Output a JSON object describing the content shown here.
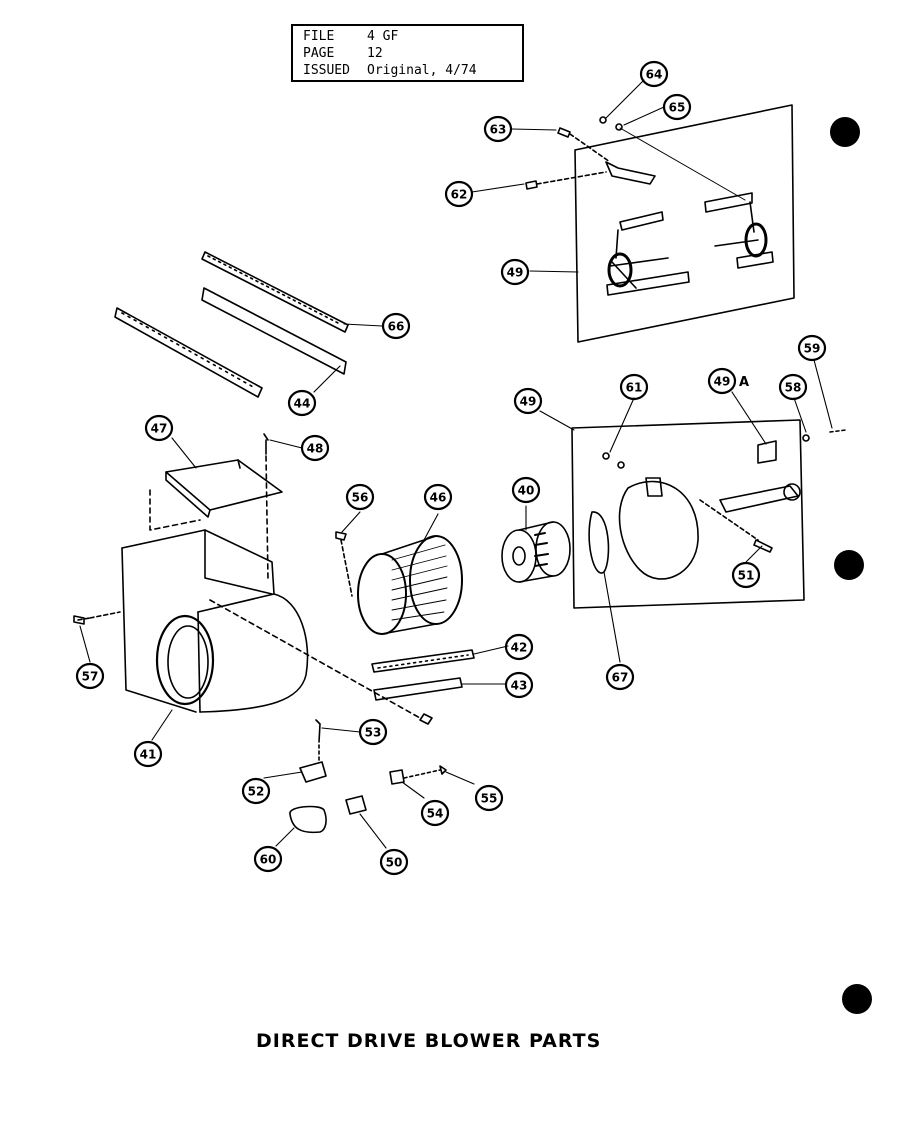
{
  "info": {
    "file_label": "FILE",
    "file_value": "4 GF",
    "page_label": "PAGE",
    "page_value": "12",
    "issued_label": "ISSUED",
    "issued_value": "Original, 4/74"
  },
  "title": "DIRECT DRIVE BLOWER PARTS",
  "callouts": [
    {
      "id": "c64",
      "label": "64"
    },
    {
      "id": "c65",
      "label": "65"
    },
    {
      "id": "c63",
      "label": "63"
    },
    {
      "id": "c62",
      "label": "62"
    },
    {
      "id": "c49top",
      "label": "49"
    },
    {
      "id": "c66",
      "label": "66"
    },
    {
      "id": "c44",
      "label": "44"
    },
    {
      "id": "c59",
      "label": "59"
    },
    {
      "id": "c61",
      "label": "61"
    },
    {
      "id": "c49a",
      "label": "49",
      "suffix": "A"
    },
    {
      "id": "c58",
      "label": "58"
    },
    {
      "id": "c49mid",
      "label": "49"
    },
    {
      "id": "c47",
      "label": "47"
    },
    {
      "id": "c48",
      "label": "48"
    },
    {
      "id": "c56",
      "label": "56"
    },
    {
      "id": "c46",
      "label": "46"
    },
    {
      "id": "c40",
      "label": "40"
    },
    {
      "id": "c51",
      "label": "51"
    },
    {
      "id": "c42",
      "label": "42"
    },
    {
      "id": "c43",
      "label": "43"
    },
    {
      "id": "c67",
      "label": "67"
    },
    {
      "id": "c57",
      "label": "57"
    },
    {
      "id": "c41",
      "label": "41"
    },
    {
      "id": "c53",
      "label": "53"
    },
    {
      "id": "c52",
      "label": "52"
    },
    {
      "id": "c54",
      "label": "54"
    },
    {
      "id": "c55",
      "label": "55"
    },
    {
      "id": "c60",
      "label": "60"
    },
    {
      "id": "c50",
      "label": "50"
    }
  ]
}
